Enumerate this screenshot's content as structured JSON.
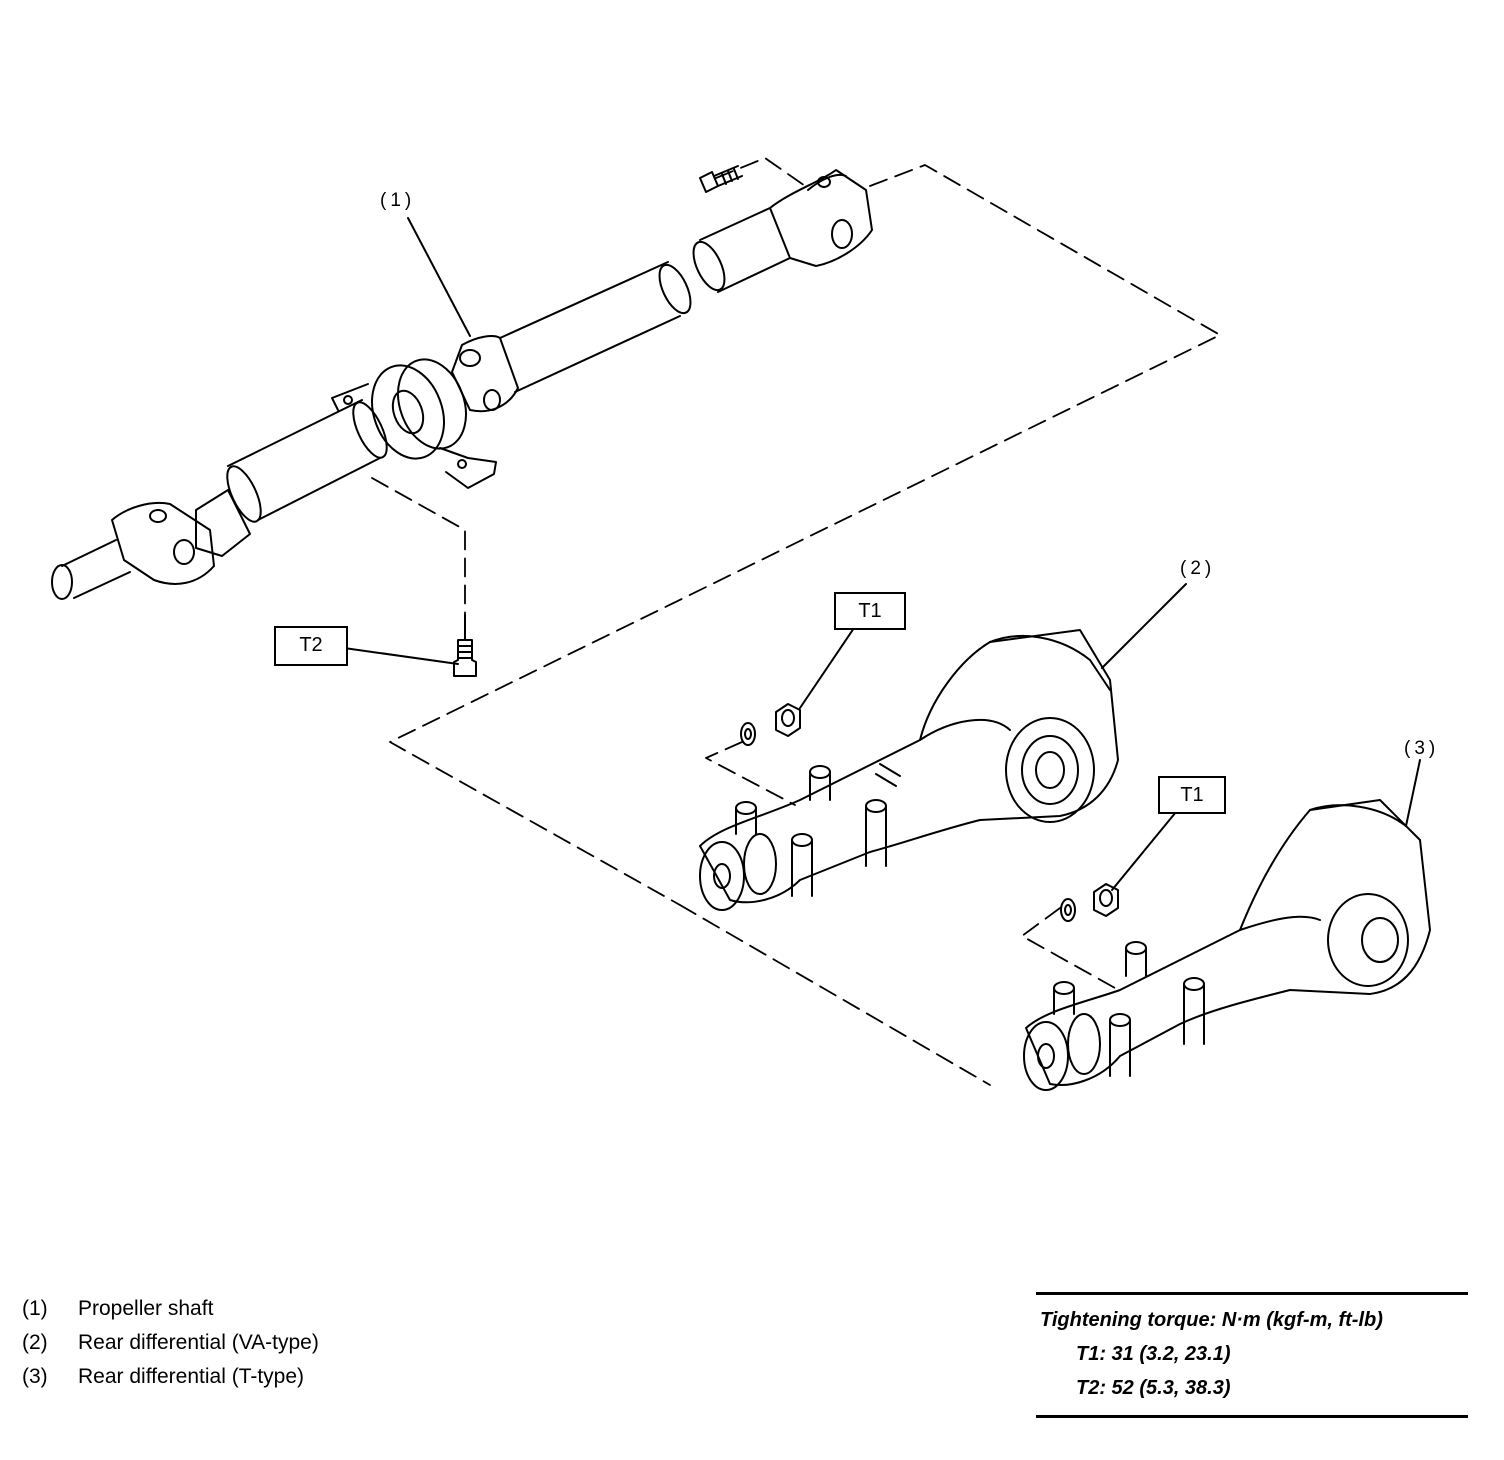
{
  "callouts": {
    "c1": "(1)",
    "c2": "(2)",
    "c3": "(3)"
  },
  "torque_boxes": {
    "t1_top": "T1",
    "t1_bottom": "T1",
    "t2": "T2"
  },
  "legend": [
    {
      "num": "(1)",
      "label": "Propeller shaft"
    },
    {
      "num": "(2)",
      "label": "Rear differential (VA-type)"
    },
    {
      "num": "(3)",
      "label": "Rear differential (T-type)"
    }
  ],
  "torque_table": {
    "heading": "Tightening torque: N·m (kgf-m, ft-lb)",
    "rows": [
      "T1: 31 (3.2, 23.1)",
      "T2: 52 (5.3, 38.3)"
    ]
  }
}
